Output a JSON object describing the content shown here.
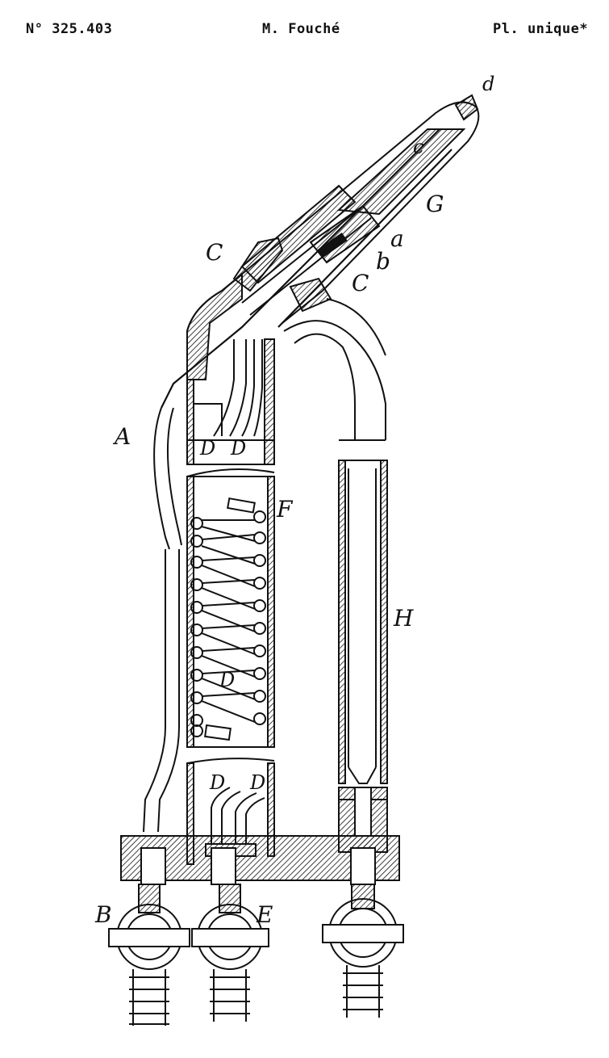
{
  "header": {
    "patent_number": "N° 325.403",
    "inventor": "M. Fouché",
    "plate": "Pl. unique*"
  },
  "labels": {
    "a": "a",
    "b": "b",
    "c": "c",
    "d": "d",
    "A": "A",
    "B": "B",
    "C_left": "C",
    "C_right": "C",
    "D_top_left": "D",
    "D_top_right": "D",
    "D_mid": "D",
    "D_bot_left": "D",
    "D_bot_right": "D",
    "E": "E",
    "F": "F",
    "G": "G",
    "H": "H"
  },
  "colors": {
    "ink": "#111111",
    "paper": "#ffffff"
  }
}
